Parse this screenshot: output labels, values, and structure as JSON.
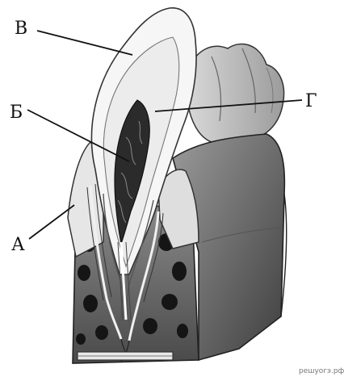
{
  "figure": {
    "labels": {
      "A": "А",
      "B": "Б",
      "V": "В",
      "G": "Г"
    },
    "watermark": "решуогэ.рф"
  }
}
